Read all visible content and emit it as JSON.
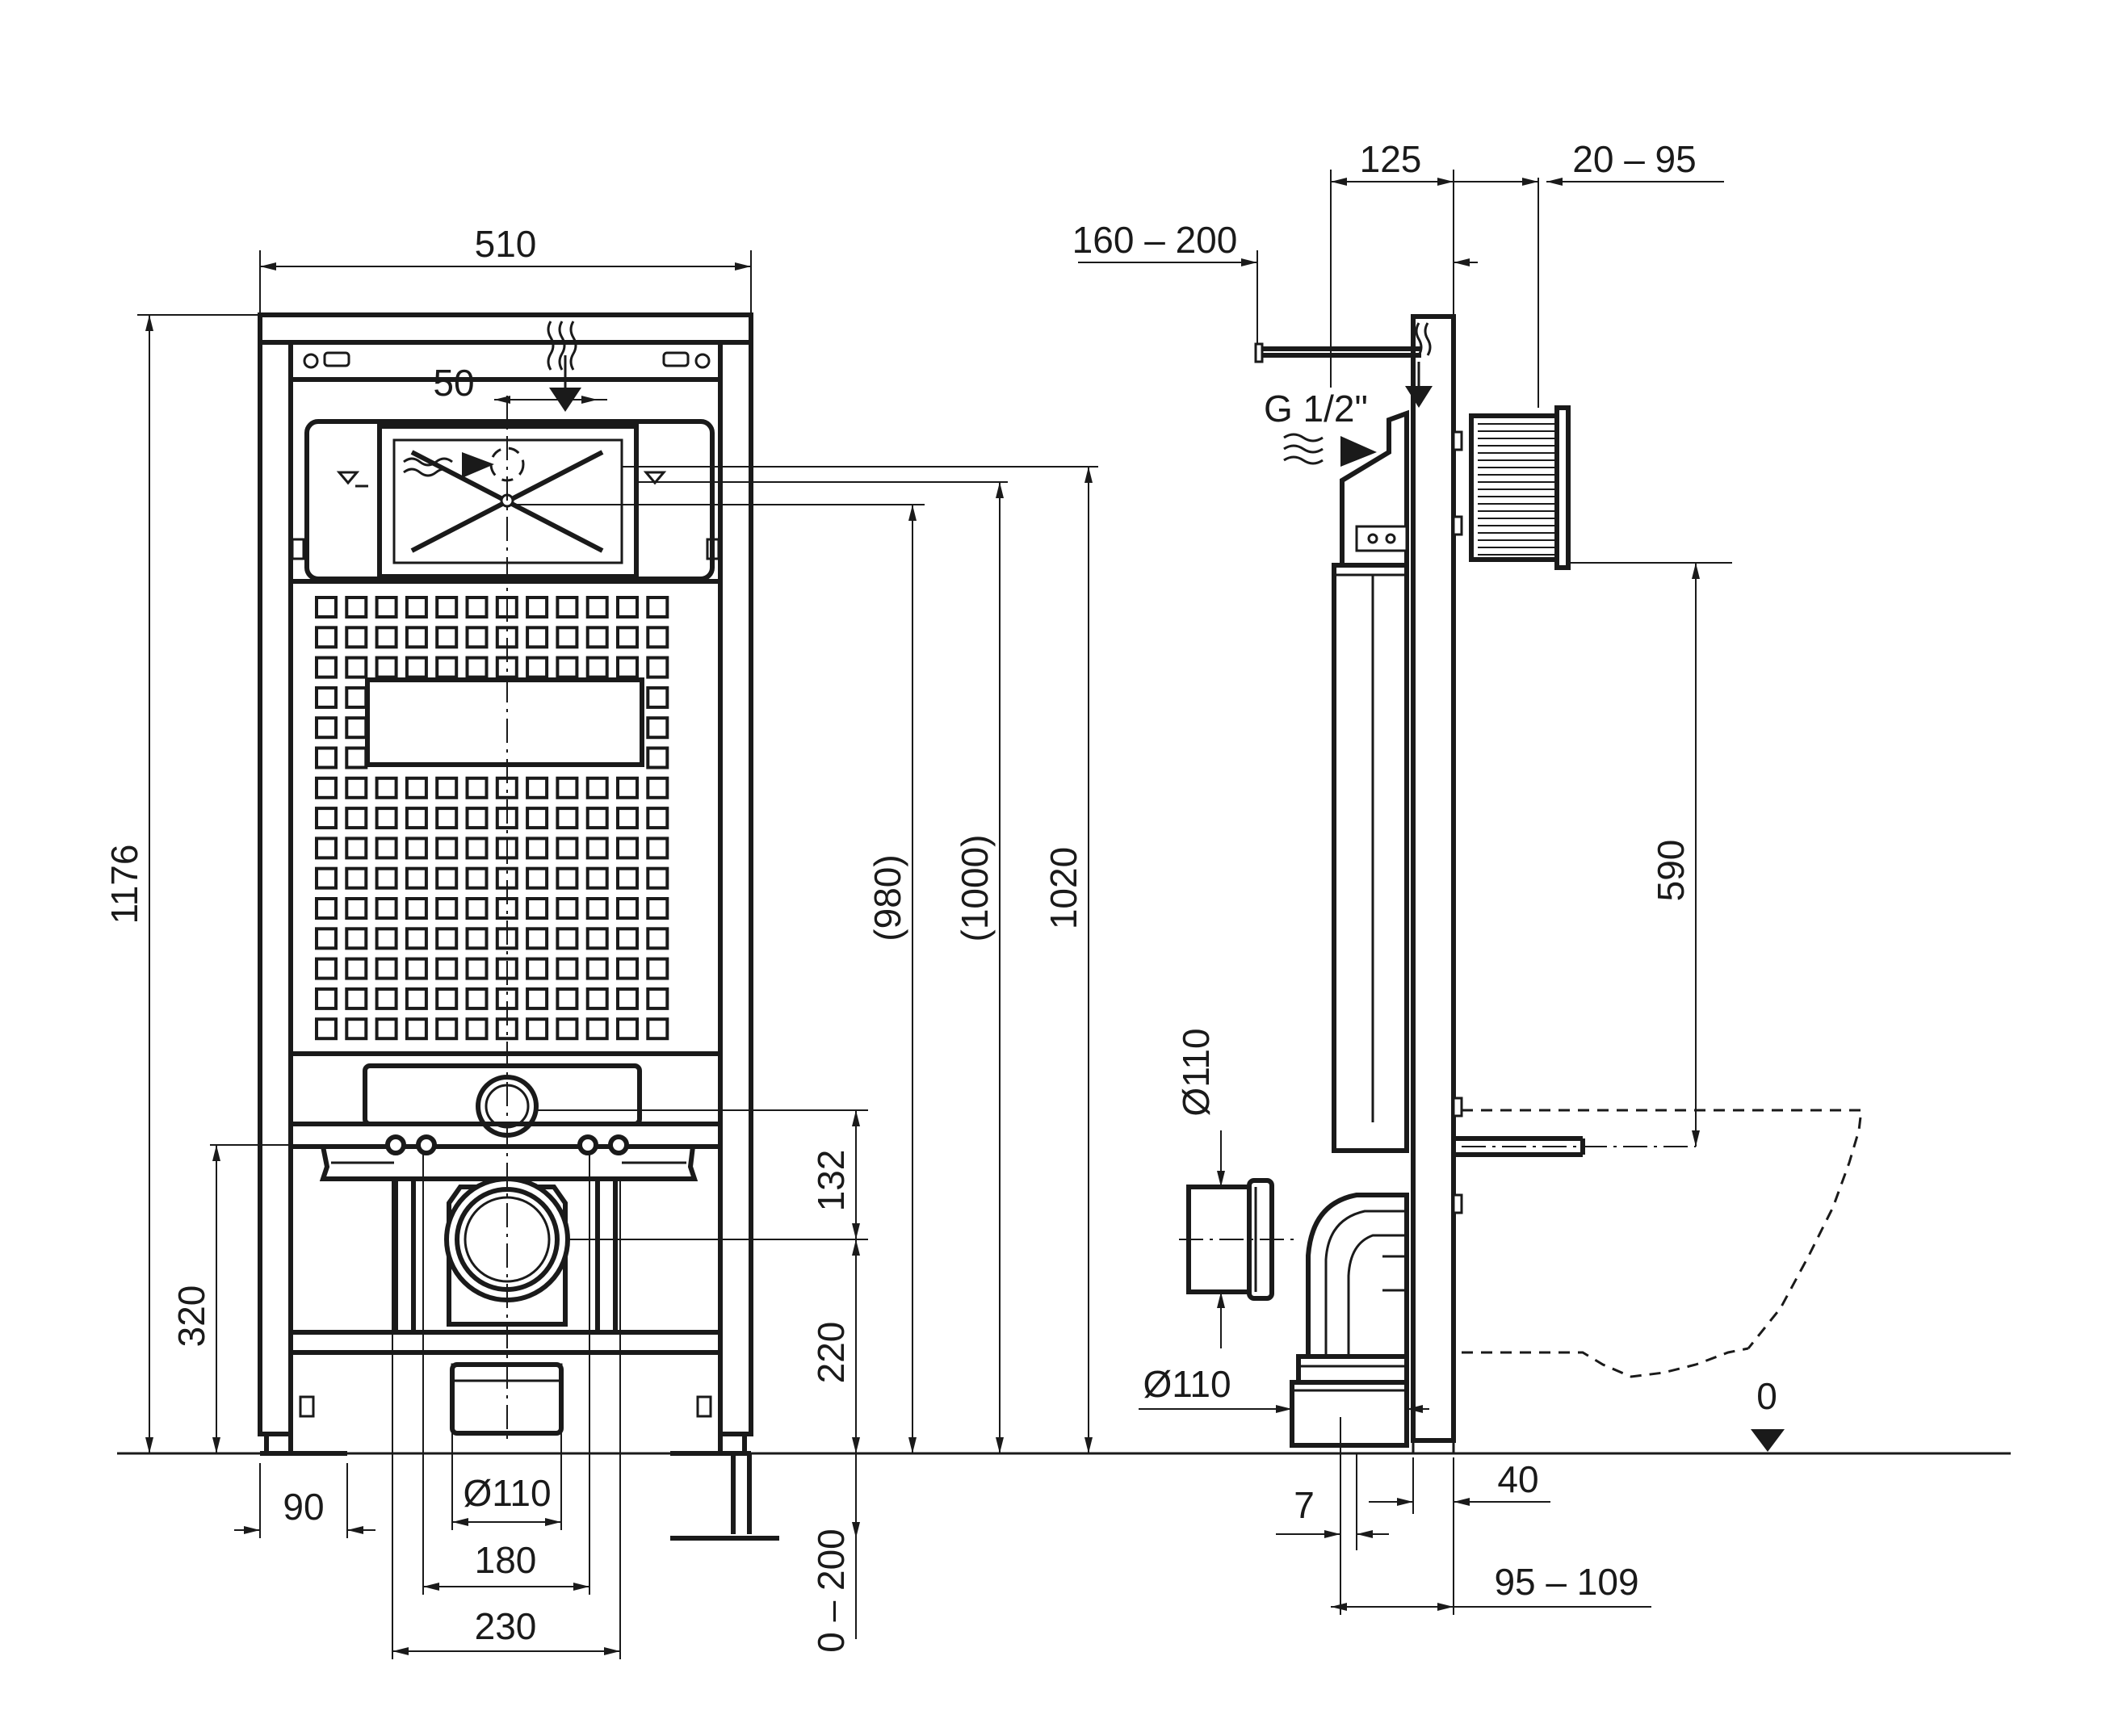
{
  "front_view": {
    "width": "510",
    "height": "1176",
    "inlet_offset": "50",
    "h_980": "(980)",
    "h_1000": "(1000)",
    "h_1020": "1020",
    "h_320": "320",
    "h_132": "132",
    "h_220": "220",
    "adjust": "0 – 200",
    "foot": "90",
    "pipe_d": "Ø110",
    "w_180": "180",
    "w_230": "230"
  },
  "side_view": {
    "depth_125": "125",
    "range_20_95": "20 – 95",
    "range_160_200": "160 – 200",
    "thread": "G 1/2\"",
    "h_590": "590",
    "pipe_d_vertical": "Ø110",
    "pipe_d_bottom": "Ø110",
    "zero": "0",
    "d_40": "40",
    "d_7": "7",
    "range_95_109": "95 – 109"
  },
  "colors": {
    "line": "#1a1a1a",
    "background": "#ffffff"
  }
}
